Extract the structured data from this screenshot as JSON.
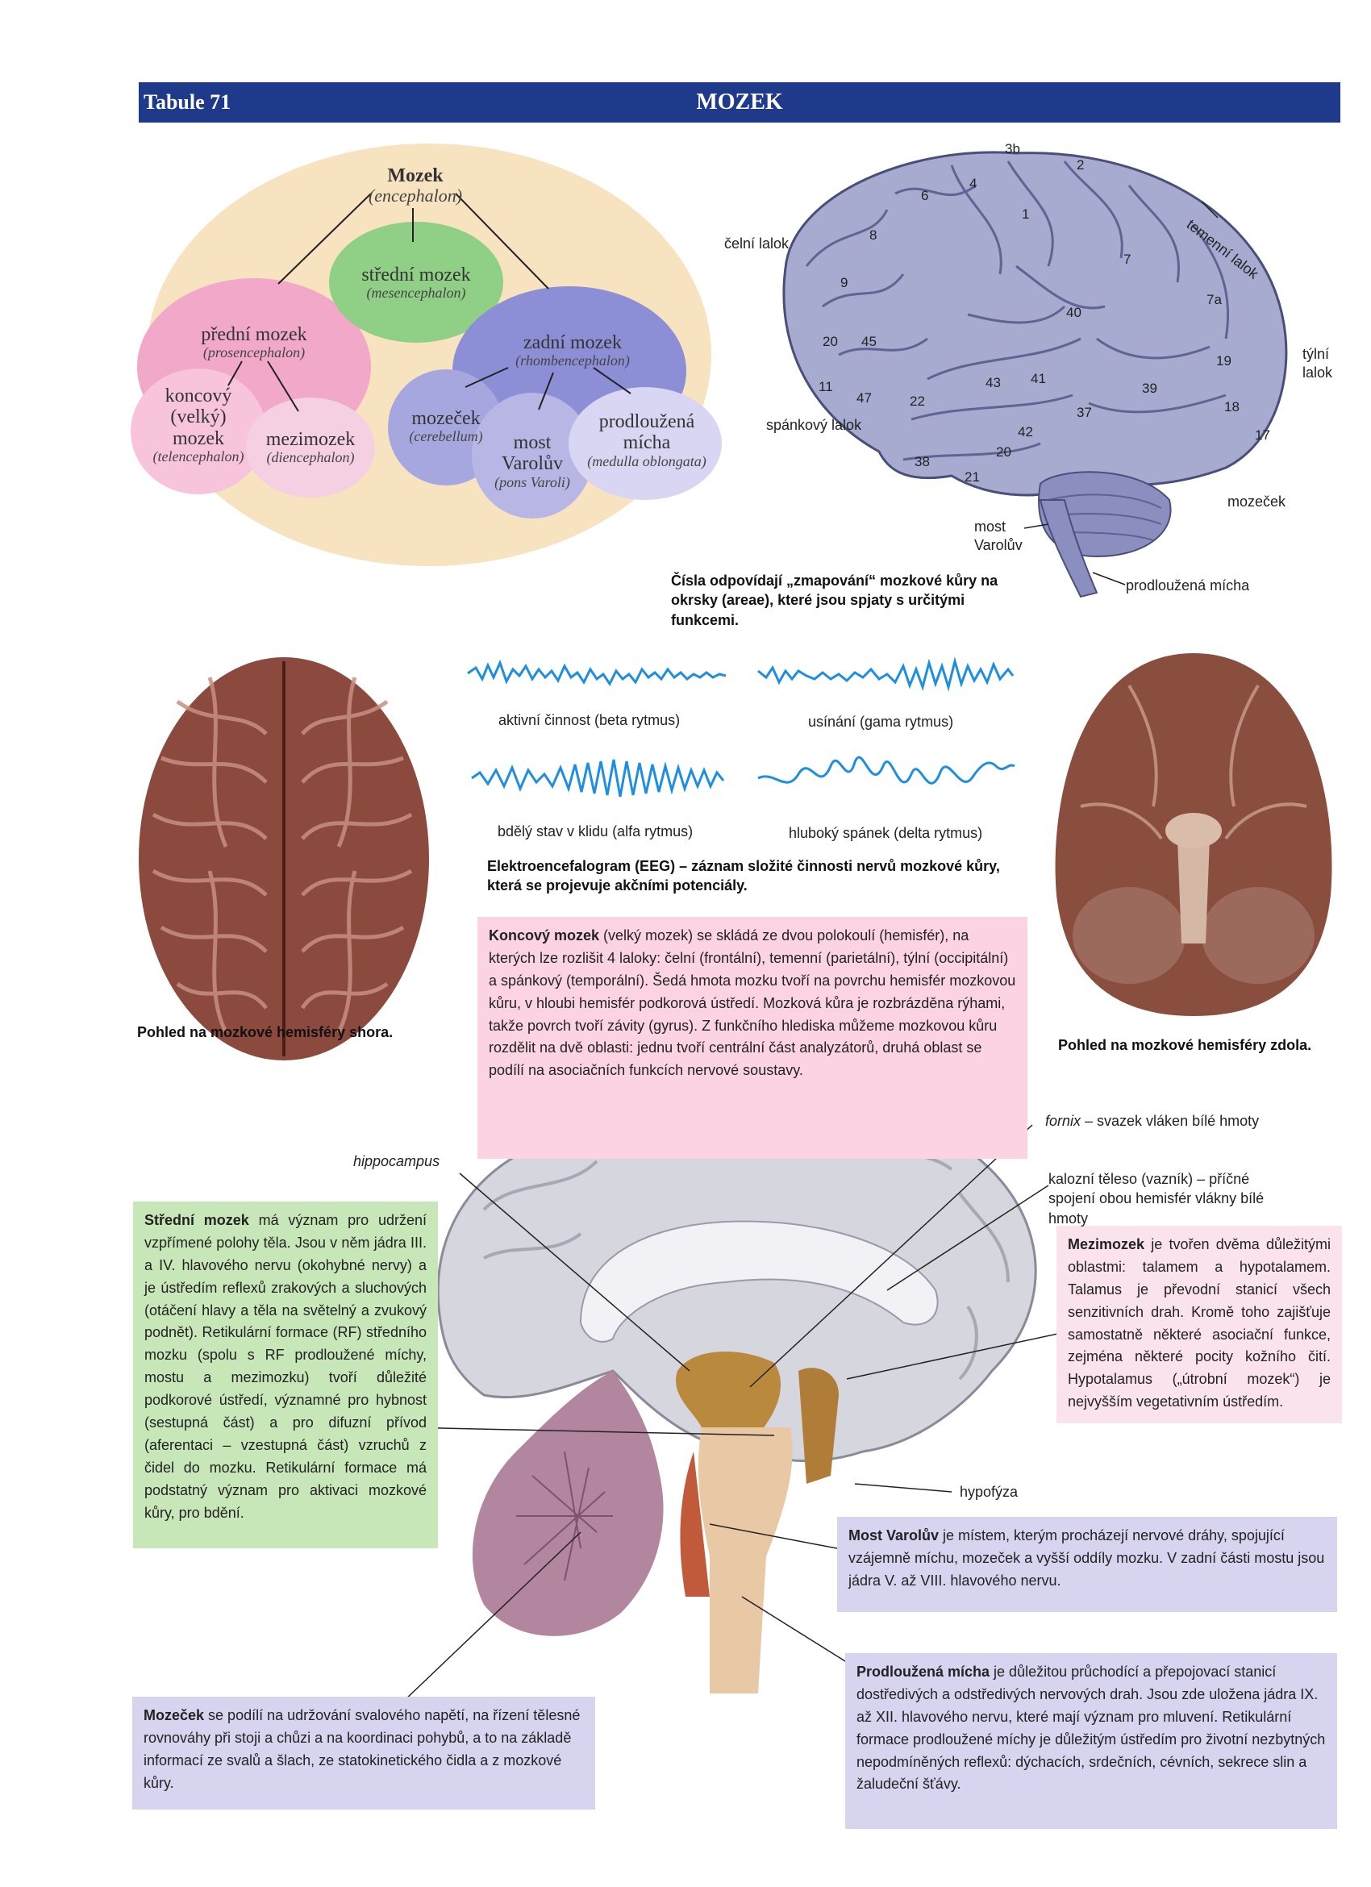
{
  "header": {
    "tab_label": "Tabule 71",
    "title": "MOZEK"
  },
  "tree": {
    "root": {
      "name": "Mozek",
      "latin": "(encephalon)"
    },
    "midbrain": {
      "name": "střední mozek",
      "latin": "(mesencephalon)"
    },
    "forebrain": {
      "name": "přední mozek",
      "latin": "(prosencephalon)"
    },
    "hindbrain": {
      "name": "zadní mozek",
      "latin": "(rhombencephalon)"
    },
    "telencephalon": {
      "name": "koncový (velký) mozek",
      "latin": "(telencephalon)"
    },
    "diencephalon": {
      "name": "mezimozek",
      "latin": "(diencephalon)"
    },
    "cerebellum": {
      "name": "mozeček",
      "latin": "(cerebellum)"
    },
    "pons": {
      "name": "most Varolův",
      "latin": "(pons Varoli)"
    },
    "medulla": {
      "name": "prodloužená mícha",
      "latin": "(medulla oblongata)"
    }
  },
  "lateral_view": {
    "labels": {
      "frontal": "čelní lalok",
      "parietal": "temenní lalok",
      "occipital": "týlní lalok",
      "temporal": "spánkový lalok",
      "cerebellum": "mozeček",
      "pons": "most Varolův",
      "medulla": "prodloužená mícha"
    },
    "areas": [
      "3b",
      "2",
      "6",
      "4",
      "1",
      "8",
      "7",
      "9",
      "40",
      "7a",
      "20",
      "45",
      "19",
      "43",
      "41",
      "11",
      "47",
      "39",
      "22",
      "37",
      "18",
      "42",
      "17",
      "20",
      "38",
      "21"
    ],
    "caption": "Čísla odpovídají „zmapování“ mozkové kůry na okrsky (areae), které jsou spjaty s určitými funkcemi."
  },
  "eeg": {
    "beta": "aktivní činnost (beta rytmus)",
    "gamma": "usínání (gama rytmus)",
    "alpha": "bdělý stav v klidu (alfa rytmus)",
    "delta": "hluboký spánek (delta rytmus)",
    "caption": "Elektroencefalogram (EEG) – záznam složité činnosti nervů mozkové kůry, která se projevuje akčními potenciály.",
    "wave_color": "#1e8fe0"
  },
  "views": {
    "top_caption": "Pohled na mozkové hemisféry shora.",
    "bottom_caption": "Pohled na mozkové hemisféry zdola."
  },
  "texts": {
    "telencephalon_lead": "Koncový mozek",
    "telencephalon_body": " (velký mozek) se skládá ze dvou polokoulí (hemisfér), na kterých lze rozlišit 4 laloky: čelní (frontální), temenní (parietální), týlní (occipitální) a spánkový (temporální). Šedá hmota mozku tvoří na povrchu hemisfér mozkovou kůru, v hloubi hemisfér podkorová ústředí. Mozková kůra je rozbrázděna rýhami, takže povrch tvoří závity (gyrus). Z funkčního hlediska můžeme mozkovou kůru rozdělit na dvě oblasti: jednu tvoří centrální část analyzátorů, druhá oblast se podílí na asociačních funkcích nervové soustavy.",
    "midbrain_lead": "Střední mozek",
    "midbrain_body": " má význam pro udržení vzpřímené polohy těla. Jsou v něm jádra III. a IV. hlavového nervu (okohybné nervy) a je ústředím reflexů zrakových a sluchových (otáčení hlavy a těla na světelný a zvukový podnět). Retikulární formace (RF) středního mozku (spolu s RF prodloužené míchy, mostu a mezimozku) tvoří důležité podkorové ústředí, významné pro hybnost (sestupná část) a pro difuzní přívod (aferentaci – vzestupná část) vzruchů z čidel do mozku. Retikulární formace má podstatný význam pro aktivaci mozkové kůry, pro bdění.",
    "diencephalon_lead": "Mezimozek",
    "diencephalon_body": " je tvořen dvěma důležitými oblastmi: talamem a hypotalamem. Talamus je převodní stanicí všech senzitivních drah. Kromě toho zajišťuje samostatně některé asociační funkce, zejména některé pocity kožního čití. Hypotalamus („útrobní mozek“) je nejvyšším vegetativním ústředím.",
    "pons_lead": "Most Varolův",
    "pons_body": " je místem, kterým procházejí nervové dráhy, spojující vzájemně míchu, mozeček a vyšší oddíly mozku. V zadní části mostu jsou jádra V. až VIII. hlavového nervu.",
    "medulla_lead": "Prodloužená mícha",
    "medulla_body": " je důležitou průchodící a přepojovací stanicí dostředivých a odstředivých nervových drah. Jsou zde uložena jádra IX. až XII. hlavového nervu, které mají význam pro mluvení. Retikulární formace prodloužené míchy je důležitým ústředím pro životní nezbytných nepodmíněných reflexů: dýchacích, srdečních, cévních, sekrece slin a žaludeční šťávy.",
    "cerebellum_lead": "Mozeček",
    "cerebellum_body": " se podílí na udržování svalového napětí, na řízení tělesné rovnováhy při stoji a chůzi a na koordinaci pohybů, a to na základě informací ze svalů a šlach, ze statokinetického čidla a z mozkové kůry."
  },
  "sagittal": {
    "hippocampus": "hippocampus",
    "fornix": "fornix",
    "fornix_desc": " – svazek vláken bílé hmoty",
    "corpus_callosum": "kalozní těleso (vazník) – příčné spojení obou hemisfér vlákny bílé hmoty",
    "hypophysis": "hypofýza"
  },
  "colors": {
    "header_bg": "#1f3a8a",
    "tree_bg": "#f7e3c0",
    "midbrain": "#8fcf86",
    "forebrain": "#f2a8c8",
    "hindbrain": "#8d8fd6",
    "pink_box": "#fbd3e3",
    "green_box": "#c8e7b8",
    "violet_box": "#d7d4ef"
  }
}
